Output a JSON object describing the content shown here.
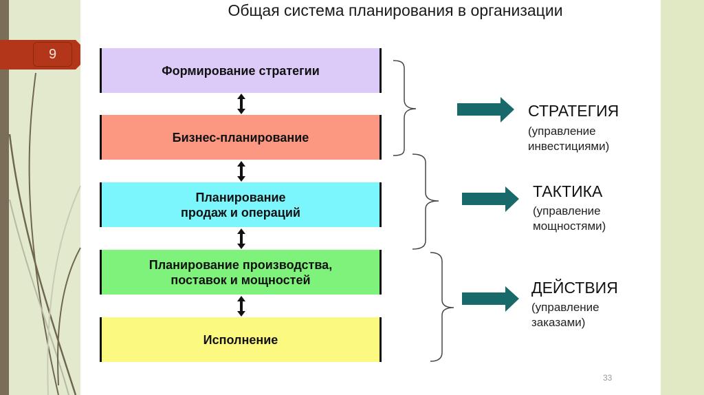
{
  "slide": {
    "number": "9",
    "page_number": "33",
    "title": "Общая система планирования в организации"
  },
  "colors": {
    "tab_red": "#b3361a",
    "arrow_teal": "#17696a",
    "box_strategy": "#dccbf8",
    "box_business": "#fc9882",
    "box_sales": "#7cf6fd",
    "box_production": "#7ef27a",
    "box_execution": "#fcf980"
  },
  "boxes": [
    {
      "label": "Формирование стратегии",
      "color": "#dccbf8"
    },
    {
      "label": "Бизнес-планирование",
      "color": "#fc9882"
    },
    {
      "label": "Планирование\nпродаж и операций",
      "color": "#7cf6fd"
    },
    {
      "label": "Планирование производства,\nпоставок и мощностей",
      "color": "#7ef27a"
    },
    {
      "label": "Исполнение",
      "color": "#fcf980"
    }
  ],
  "levels": [
    {
      "title": "СТРАТЕГИЯ",
      "sub1": "(управление",
      "sub2": "инвестициями)"
    },
    {
      "title": "ТАКТИКА",
      "sub1": "(управление",
      "sub2": "мощностями)"
    },
    {
      "title": "ДЕЙСТВИЯ",
      "sub1": "(управление",
      "sub2": "заказами)"
    }
  ],
  "icons": {
    "connector": "double-arrow-vertical-icon",
    "pointer": "right-arrow-icon",
    "group": "curly-brace-icon"
  }
}
